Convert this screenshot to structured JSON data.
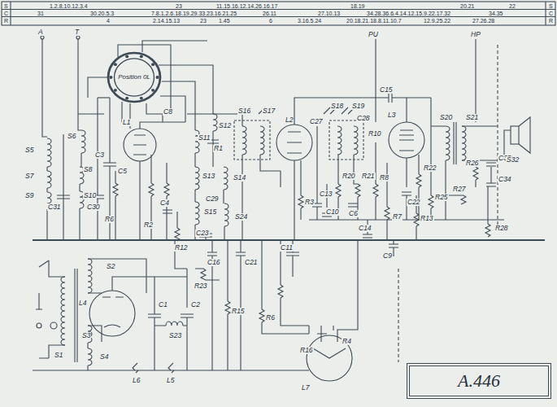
{
  "diagram": {
    "nodes": [
      {
        "text": [
          "Position 0L"
        ]
      },
      {
        "text": [
          "A.446"
        ]
      }
    ],
    "labels": [
      "S",
      "1.2.8.10.12.3.4",
      "23",
      "11.15.16.12.14.26.16.17",
      "18.19",
      "20.21",
      "22",
      "S",
      "C",
      "31",
      "30.20.5.3",
      "7.8.1.2.6.18.19.29.33.23.16.21.25",
      "26.11",
      "27.10.13",
      "34.28.36.6.4.14.12.15.9.22.17.32",
      "34.35",
      "C",
      "R",
      "4",
      "2.14.15.13",
      "23",
      "1.45",
      "6",
      "3.16.5.24",
      "20.18.21.18.8.11.10.7",
      "12.9.25.22",
      "27.26.28",
      "R",
      "A",
      "T",
      "PU",
      "HP",
      "L1",
      "L2",
      "L3",
      "L4",
      "L7",
      "L5",
      "L6",
      "S5",
      "S7",
      "S9",
      "S6",
      "S8",
      "S10",
      "C31",
      "C30",
      "C3",
      "C5",
      "R6",
      "C8",
      "S11",
      "S12",
      "S13",
      "S14",
      "S15",
      "S24",
      "R1",
      "C29",
      "C23",
      "C4",
      "R2",
      "R12",
      "C27",
      "C13",
      "C10",
      "C11",
      "C15",
      "C28",
      "R10",
      "R20",
      "R21",
      "R8",
      "C14",
      "C6",
      "R7",
      "C22",
      "R22",
      "R13",
      "R25",
      "R26",
      "C35",
      "R27",
      "C34",
      "R28",
      "C9",
      "S32",
      "S2",
      "C16",
      "R23",
      "C21",
      "R15",
      "R6",
      "S3",
      "C1",
      "C2",
      "S23",
      "S4",
      "S1",
      "R16",
      "R4",
      "R3",
      "S16",
      "S17",
      "S18",
      "S19",
      "S20",
      "S21"
    ]
  }
}
